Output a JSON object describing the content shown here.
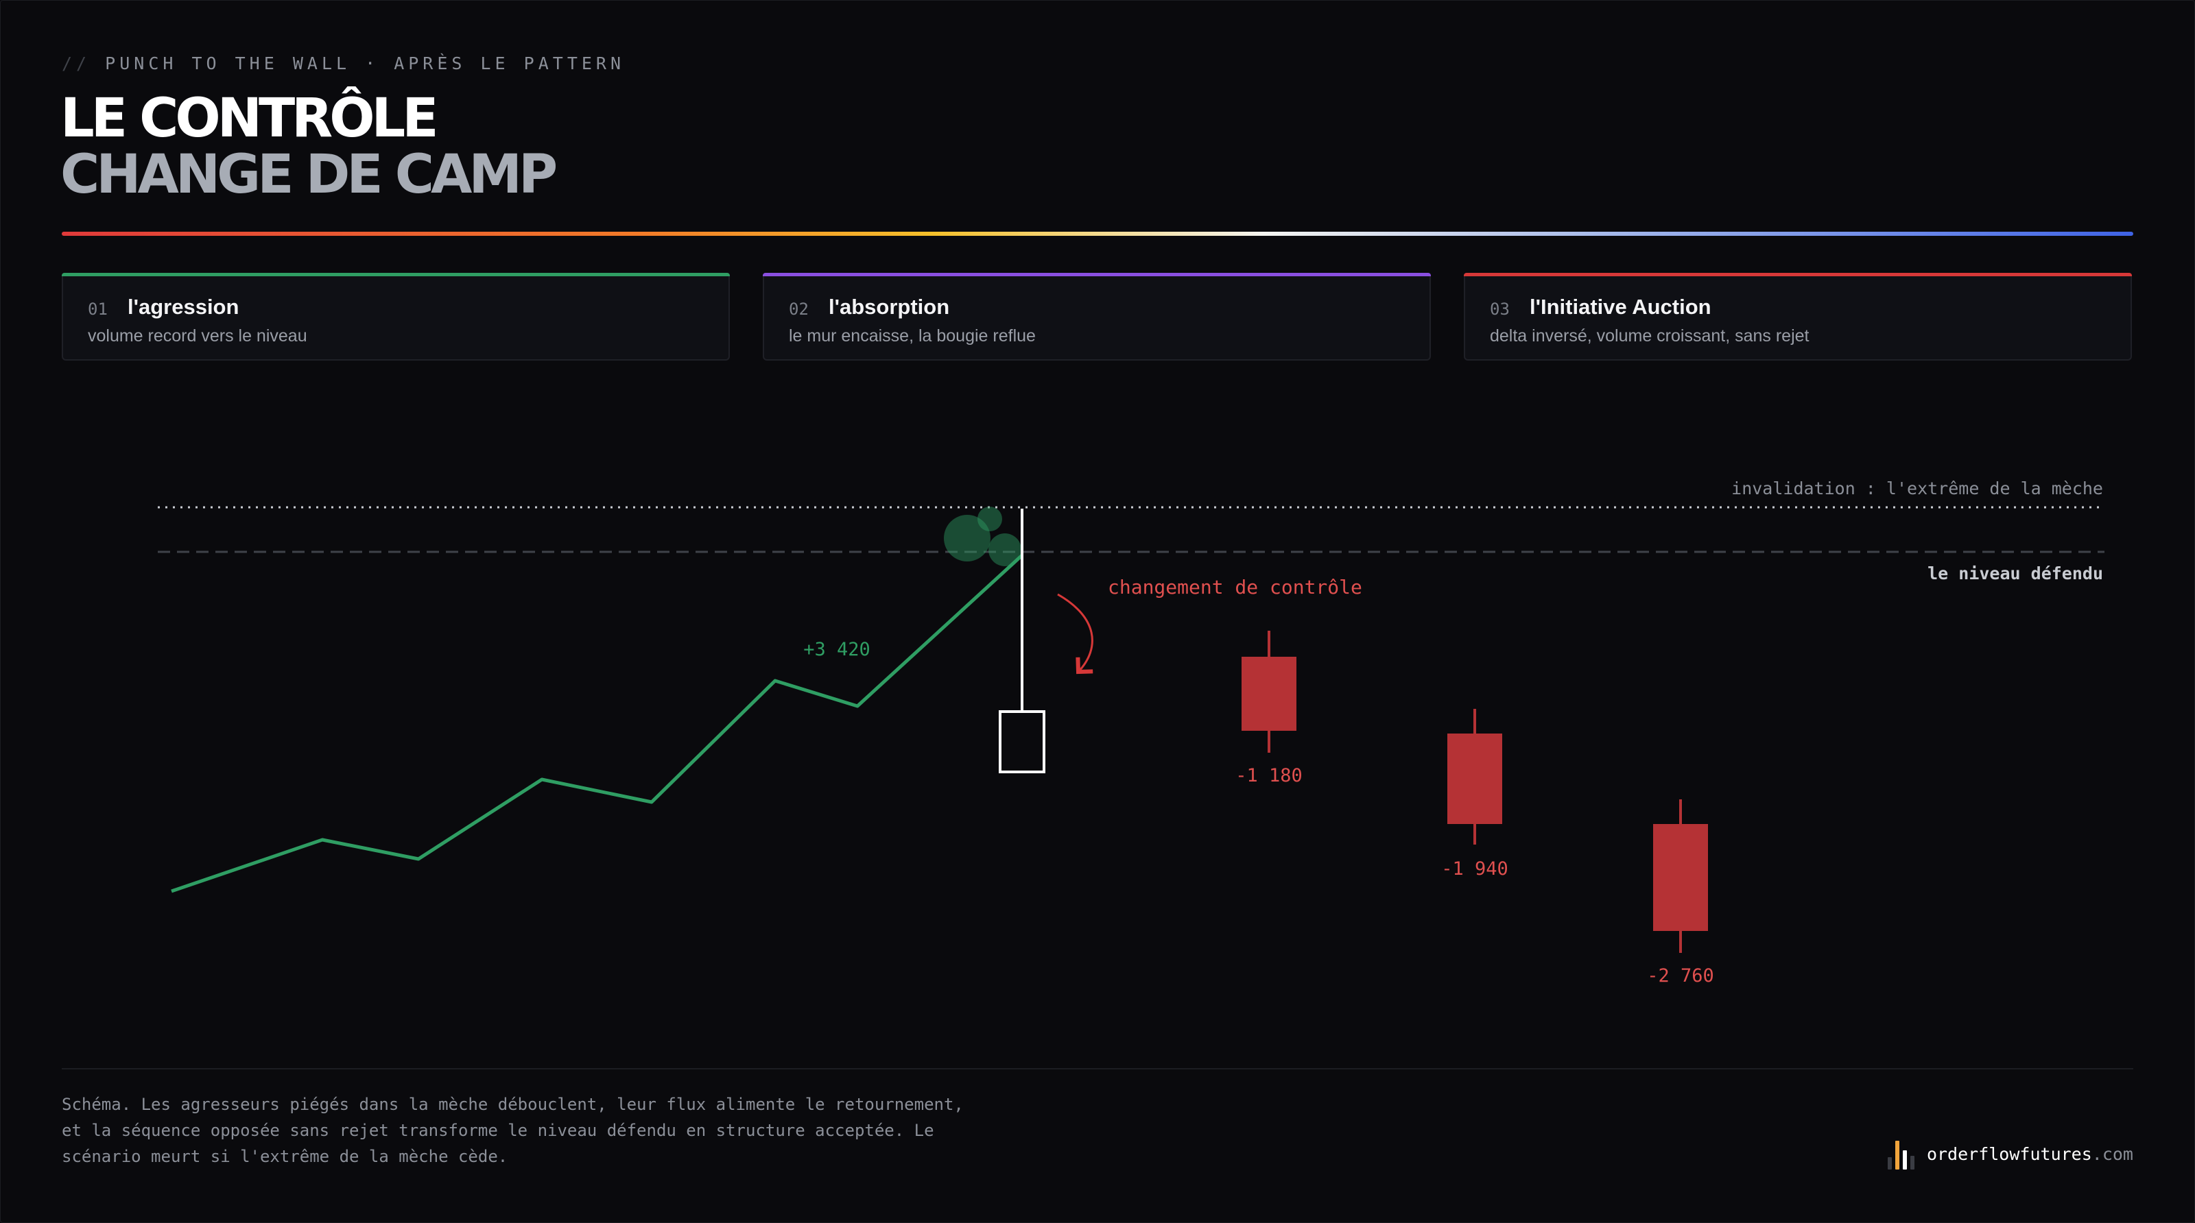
{
  "header": {
    "eyebrow_slash": "//",
    "eyebrow": "PUNCH TO THE WALL · APRÈS LE PATTERN",
    "title_line1": "LE CONTRÔLE",
    "title_line2": "CHANGE DE CAMP"
  },
  "colors": {
    "green": "#2f9e63",
    "purple": "#8a4fe0",
    "red": "#d63838",
    "candle_red": "#b53235",
    "label_red": "#e0504f",
    "white": "#ffffff"
  },
  "cards": [
    {
      "num": "01",
      "title": "l'agression",
      "subtitle": "volume record vers le niveau",
      "accent": "#2f9e63"
    },
    {
      "num": "02",
      "title": "l'absorption",
      "subtitle": "le mur encaisse, la bougie reflue",
      "accent": "#8a4fe0"
    },
    {
      "num": "03",
      "title": "l'Initiative Auction",
      "subtitle": "delta inversé, volume croissant, sans rejet",
      "accent": "#d63838"
    }
  ],
  "diagram": {
    "invalidation_label": "invalidation : l'extrême de la mèche",
    "level_label": "le niveau défendu",
    "control_change_label": "changement de contrôle",
    "aggression_delta": "+3 420",
    "candle_deltas": [
      "-1 180",
      "-1 940",
      "-2 760"
    ]
  },
  "footer": {
    "caption": "Schéma. Les agresseurs piégés dans la mèche débouclent, leur flux alimente le retournement,\net la séquence opposée sans rejet transforme le niveau défendu en structure acceptée. Le\nscénario meurt si l'extrême de la mèche cède.",
    "brand_name": "orderflowfutures",
    "brand_tld": ".com"
  }
}
